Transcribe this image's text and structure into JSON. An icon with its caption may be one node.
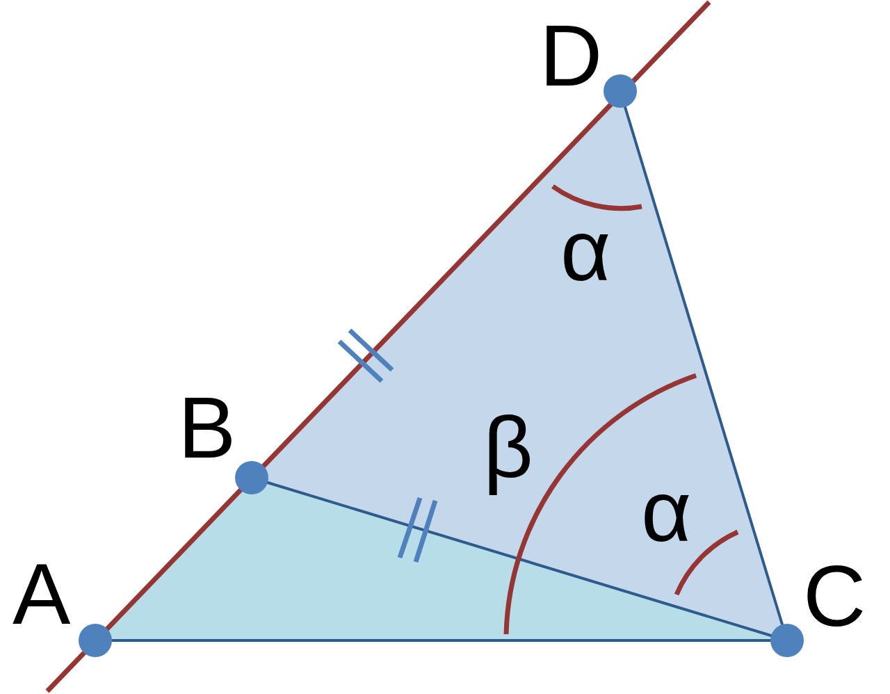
{
  "diagram": {
    "labels": [
      "D",
      "α",
      "B",
      "β",
      "α",
      "A",
      "C"
    ]
  }
}
